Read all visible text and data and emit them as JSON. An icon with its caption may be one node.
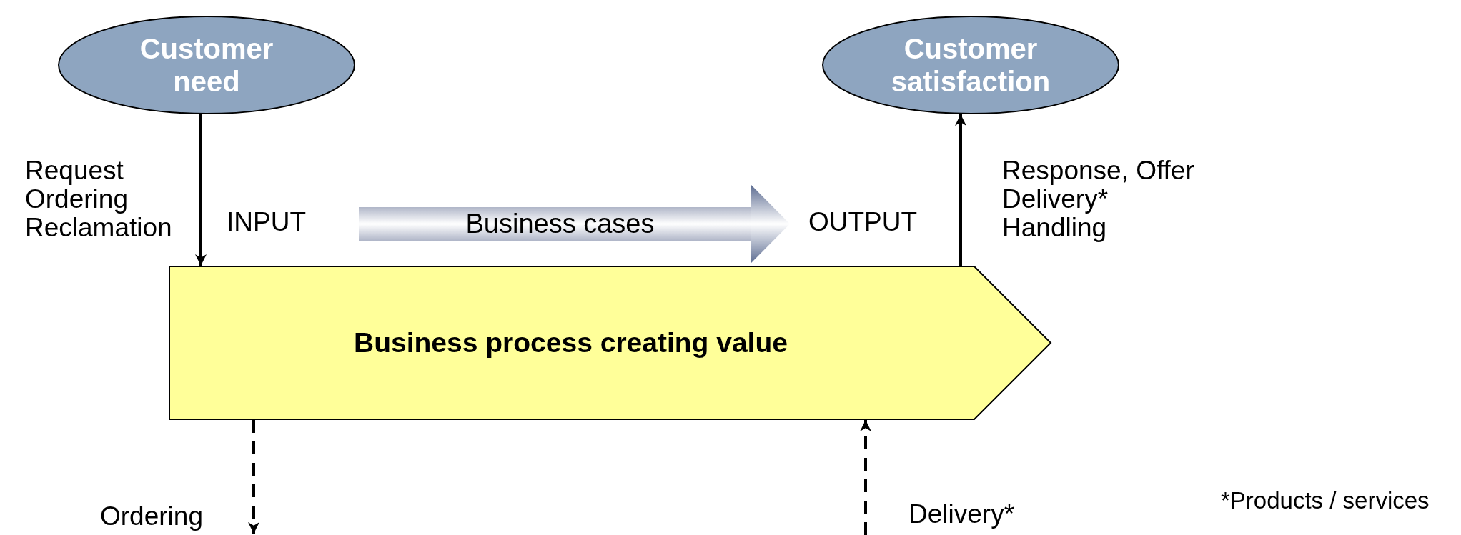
{
  "diagram": {
    "nodes": [
      {
        "text": [
          "Customer need"
        ]
      },
      {
        "text": [
          "Customer satisfaction"
        ]
      },
      {
        "text": [
          "Business cases"
        ]
      },
      {
        "text": [
          "Business process creating value"
        ]
      }
    ],
    "edges": [
      {
        "from": 0,
        "to": 3,
        "arrow": "to"
      },
      {
        "from": 3,
        "to": 1,
        "arrow": "to"
      },
      {
        "from": 3,
        "to": null,
        "arrow": "to",
        "style": "dashed",
        "label": "Ordering"
      },
      {
        "from": null,
        "to": 3,
        "arrow": "to",
        "style": "dashed",
        "label": "Delivery*"
      }
    ],
    "labels": [
      "Request",
      "Ordering",
      "Reclamation",
      "INPUT",
      "OUTPUT",
      "Response, Offer",
      "Delivery*",
      "Handling",
      "*Products / services"
    ]
  }
}
